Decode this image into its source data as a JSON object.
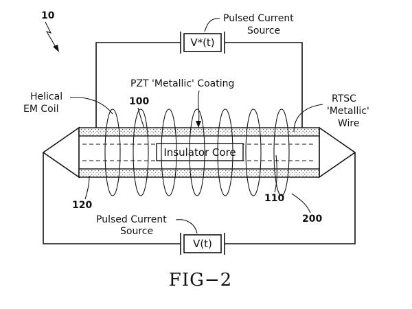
{
  "figure": {
    "ref_number": "10",
    "fig_title": "FIG−2",
    "top_source": {
      "line1": "Pulsed Current",
      "line2": "Source",
      "box_label": "V*(t)"
    },
    "bottom_source": {
      "line1": "Pulsed Current",
      "line2": "Source",
      "box_label": "V(t)"
    },
    "coating_label": "PZT 'Metallic' Coating",
    "coil_label": {
      "line1": "Helical",
      "line2": "EM Coil"
    },
    "wire_label": {
      "line1": "RTSC",
      "line2": "'Metallic'",
      "line3": "Wire"
    },
    "core_label": "Insulator Core",
    "refs": {
      "r100": "100",
      "r110": "110",
      "r120": "120",
      "r200": "200"
    }
  }
}
